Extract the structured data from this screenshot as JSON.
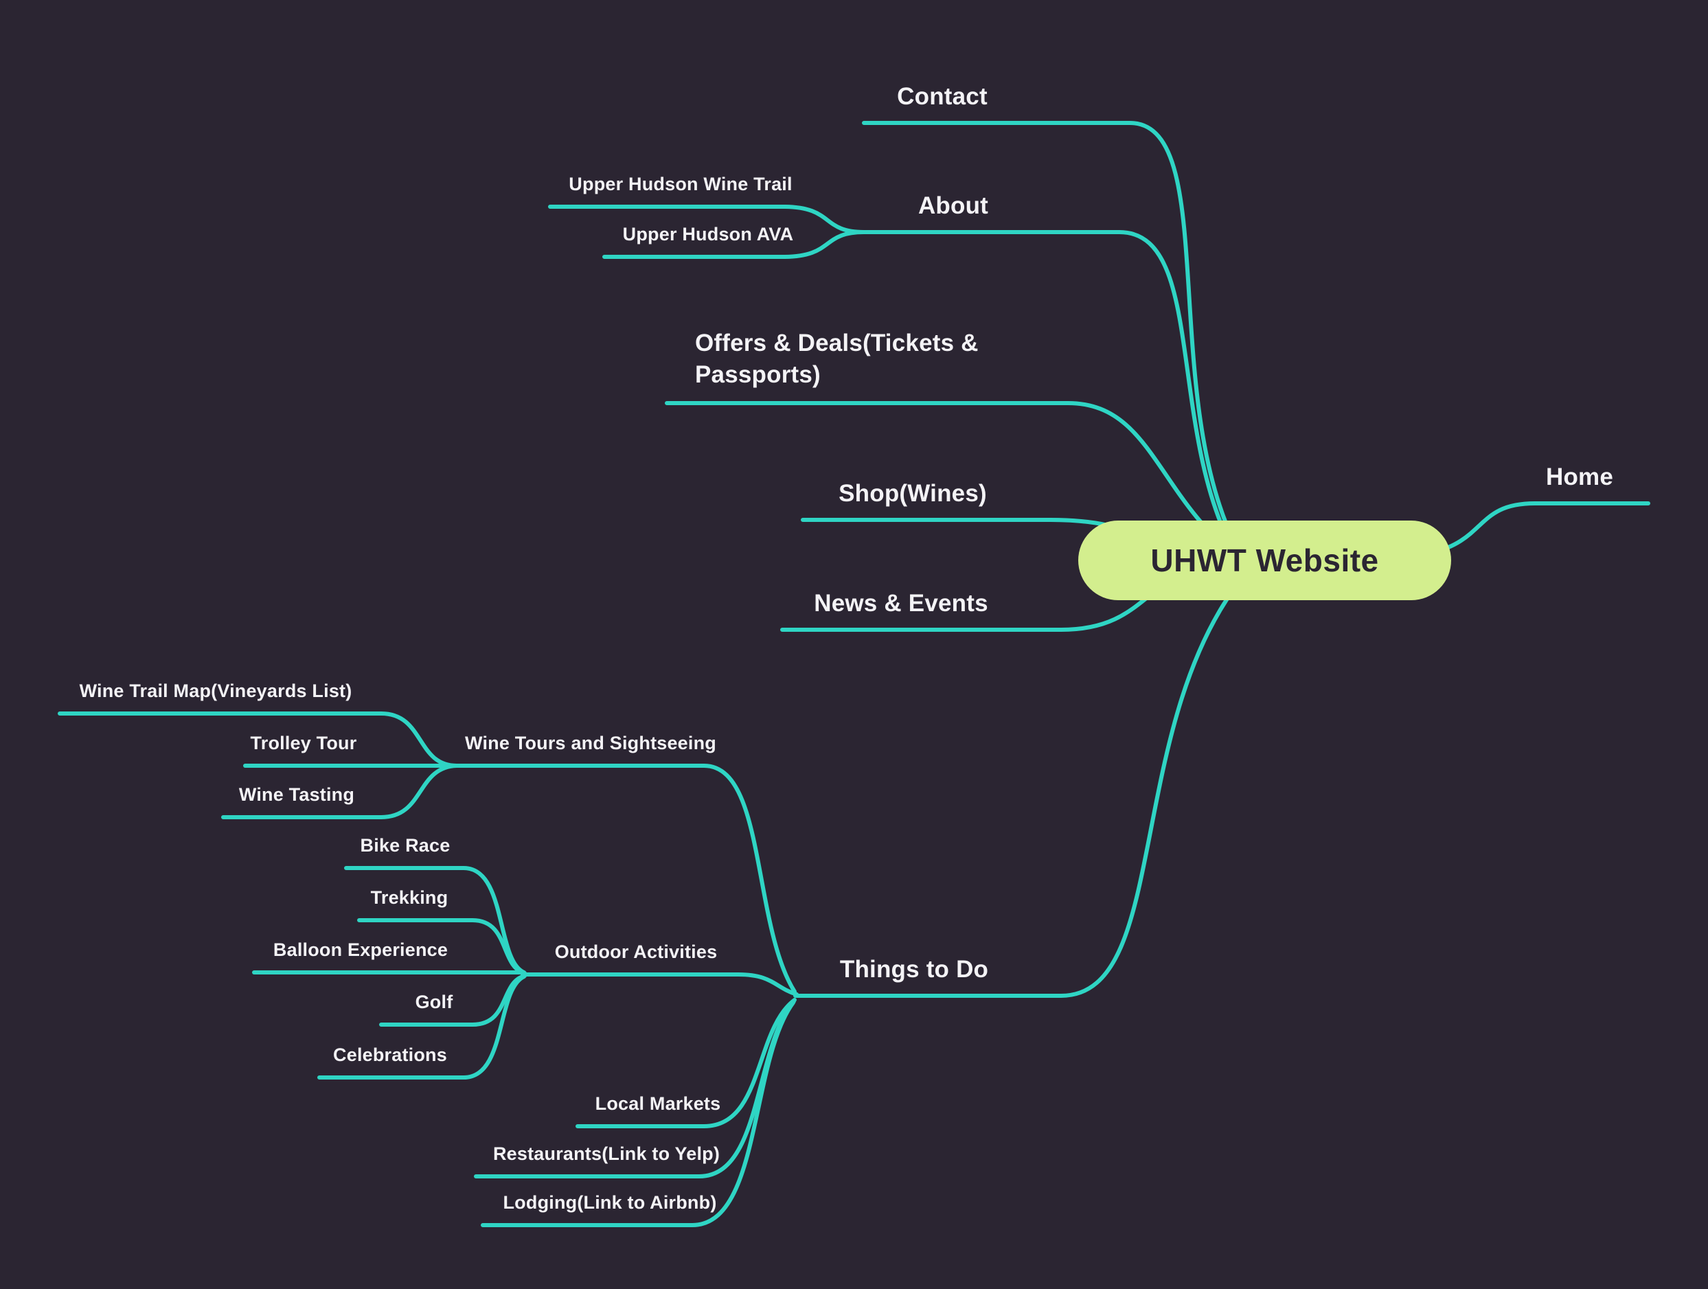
{
  "mindmap": {
    "root": {
      "label": "UHWT Website"
    },
    "branches": {
      "home": {
        "label": "Home"
      },
      "contact": {
        "label": "Contact"
      },
      "about": {
        "label": "About",
        "children": {
          "upper_hudson_wine_trail": {
            "label": "Upper Hudson Wine Trail"
          },
          "upper_hudson_ava": {
            "label": "Upper Hudson AVA"
          }
        }
      },
      "offers_deals": {
        "label": "Offers & Deals(Tickets & Passports)"
      },
      "shop": {
        "label": "Shop(Wines)"
      },
      "news_events": {
        "label": "News & Events"
      },
      "things_to_do": {
        "label": "Things to Do",
        "children": {
          "wine_tours": {
            "label": "Wine Tours and Sightseeing",
            "children": {
              "wine_trail_map": {
                "label": "Wine Trail Map(Vineyards List)"
              },
              "trolley_tour": {
                "label": "Trolley Tour"
              },
              "wine_tasting": {
                "label": "Wine Tasting"
              }
            }
          },
          "outdoor_activities": {
            "label": "Outdoor Activities",
            "children": {
              "bike_race": {
                "label": "Bike Race"
              },
              "trekking": {
                "label": "Trekking"
              },
              "balloon_experience": {
                "label": "Balloon Experience"
              },
              "golf": {
                "label": "Golf"
              },
              "celebrations": {
                "label": "Celebrations"
              }
            }
          },
          "local_markets": {
            "label": "Local Markets"
          },
          "restaurants": {
            "label": "Restaurants(Link to Yelp)"
          },
          "lodging": {
            "label": "Lodging(Link to Airbnb)"
          }
        }
      }
    },
    "colors": {
      "background": "#2b2532",
      "branch_line": "#2fd5c4",
      "root_fill": "#d3ee8e",
      "root_text": "#2b2532",
      "label_text": "#f4f3f6"
    }
  }
}
